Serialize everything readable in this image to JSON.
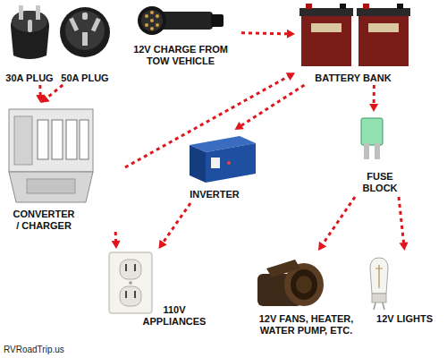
{
  "diagram": {
    "nodes": [
      {
        "text": [
          "30A PLUG"
        ]
      },
      {
        "text": [
          "50A PLUG"
        ]
      },
      {
        "text": [
          "12V CHARGE FROM TOW VEHICLE"
        ]
      },
      {
        "text": [
          "BATTERY BANK"
        ]
      },
      {
        "text": [
          "CONVERTER / CHARGER"
        ]
      },
      {
        "text": [
          "INVERTER"
        ]
      },
      {
        "text": [
          "FUSE BLOCK"
        ]
      },
      {
        "text": [
          "110V APPLIANCES"
        ]
      },
      {
        "text": [
          "12V FANS, HEATER, WATER PUMP, ETC."
        ]
      },
      {
        "text": [
          "12V LIGHTS"
        ]
      }
    ],
    "edges": [
      {
        "from": 0,
        "to": 4,
        "arrow": "to"
      },
      {
        "from": 1,
        "to": 4,
        "arrow": "to"
      },
      {
        "from": 2,
        "to": 3,
        "arrow": "to"
      },
      {
        "from": 4,
        "to": 3,
        "arrow": "to"
      },
      {
        "from": 3,
        "to": 5,
        "arrow": "to"
      },
      {
        "from": 3,
        "to": 6,
        "arrow": "to"
      },
      {
        "from": 4,
        "to": 7,
        "arrow": "to"
      },
      {
        "from": 5,
        "to": 7,
        "arrow": "to"
      },
      {
        "from": 6,
        "to": 8,
        "arrow": "to"
      },
      {
        "from": 6,
        "to": 9,
        "arrow": "to"
      }
    ],
    "labels": [
      "RVRoadTrip.us"
    ]
  }
}
